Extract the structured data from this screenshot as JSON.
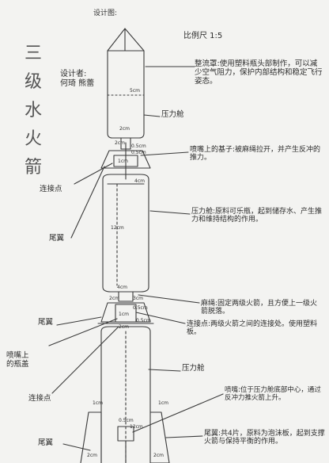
{
  "header": {
    "sheet_label": "设计图:",
    "vertical_title": [
      "三",
      "级",
      "水",
      "火",
      "箭"
    ],
    "designer": "设计者:\n何琦 熊蕾",
    "scale": "比例尺 1:5"
  },
  "annotations": {
    "fairing": "整流罩:使用塑料瓶头部制作，可以减少空气阻力，保护内部结构和稳定飞行姿态。",
    "nozzle_base": "喷嘴上的基子:被麻绳拉开，并产生反冲的推力。",
    "pressure_chamber": "压力舱:原料可乐瓶，起到储存水、产生推力和维持结构的作用。",
    "hemp_rope": "麻绳:固定两级火箭，且方便上一级火箭脱落。",
    "connection_point": "连接点:两级火箭之间的连接处。使用塑料板。",
    "nozzle": "喷嘴:位于压力舱底部中心，通过反冲力推火箭上升。",
    "tail_fin": "尾翼:共4片，原料为泡沫板，起到支撑火箭与保持平衡的作用。"
  },
  "labels": {
    "pressure_top": "压力舱",
    "pressure_bottom": "压力舱",
    "connect_left_1": "连接点",
    "tail_left_1": "尾翼",
    "tail_left_2": "尾翼",
    "nozzle_cap": "喷嘴上\n的瓶盖",
    "connect_left_2": "连接点",
    "tail_left_3": "尾翼"
  },
  "dimensions": {
    "d_5cm": "5cm",
    "d_2cm_a": "2cm",
    "d_2cm_b": "2cm",
    "d_05cm_a": "0.5cm",
    "d_05cm_b": "0.5cm",
    "d_1cm_a": "1cm",
    "d_4cm_a": "4cm",
    "d_12cm": "12cm",
    "d_4cm_b": "4cm",
    "d_2cm_c": "2cm",
    "d_3cm": "3cm",
    "d_05cm_c": "0.5cm",
    "d_1cm_b": "1cm",
    "d_05cm_d": "0.5cm",
    "d_2cm_d": "2cm",
    "d_1cm_c": "1cm",
    "d_1cm_d": "1cm",
    "d_05cm_e": "0.5cm",
    "d_12cm_b": "12cm",
    "d_2cm_e": "2cm",
    "d_2cm_f": "2cm"
  }
}
